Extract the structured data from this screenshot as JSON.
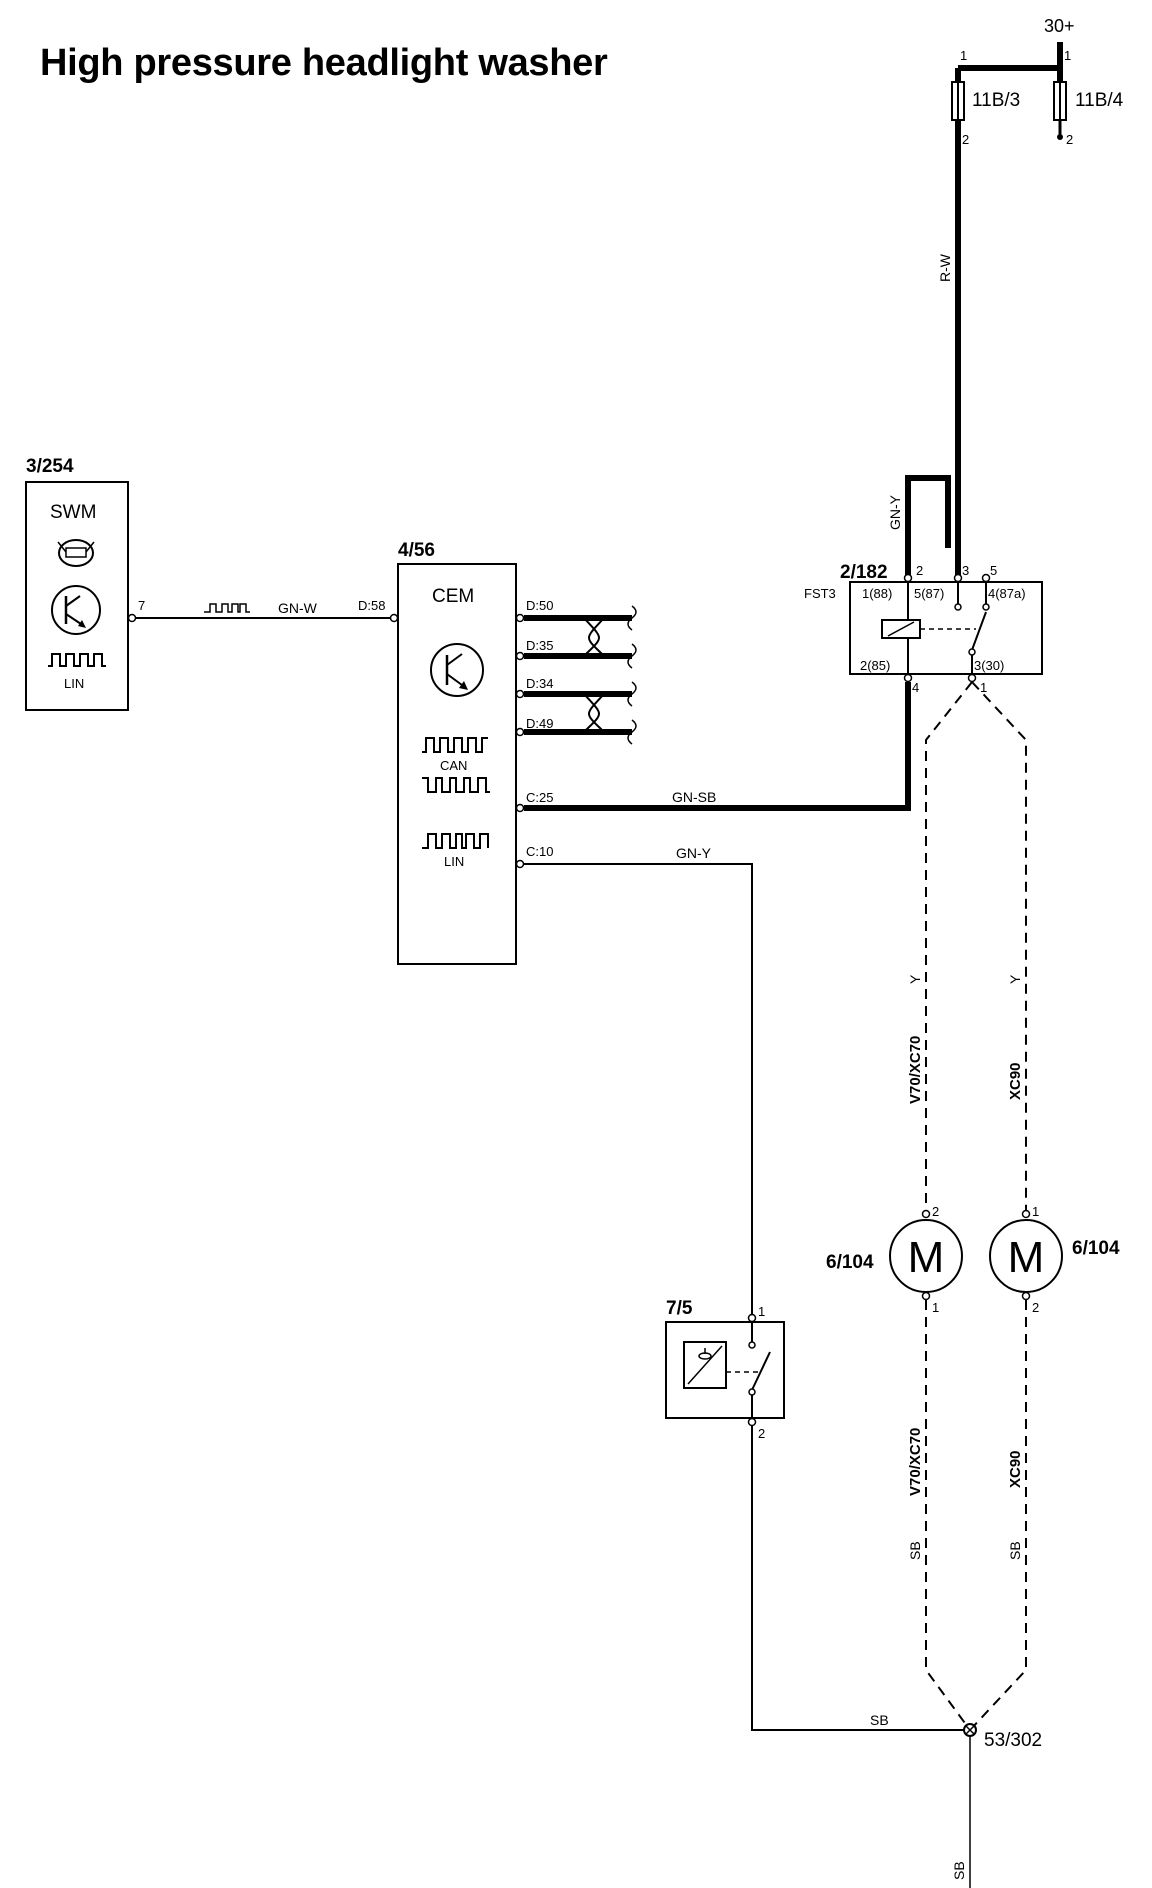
{
  "title": "High pressure headlight washer",
  "components": {
    "fuse_11b3": {
      "ref": "11B/3",
      "pin_top": "1",
      "pin_bottom": "2"
    },
    "fuse_11b4": {
      "ref": "11B/4",
      "pin_top": "1",
      "pin_bottom": "2"
    },
    "supply": {
      "label": "30+"
    },
    "swm": {
      "ref": "3/254",
      "name": "SWM",
      "pin": "7",
      "bus": "LIN"
    },
    "cem": {
      "ref": "4/56",
      "name": "CEM",
      "bus_can": "CAN",
      "bus_lin": "LIN",
      "pins": {
        "d50": "D:50",
        "d35": "D:35",
        "d34": "D:34",
        "d49": "D:49",
        "d58": "D:58",
        "c25": "C:25",
        "c10": "C:10"
      }
    },
    "relay": {
      "ref": "2/182",
      "name": "FST3",
      "pin_labels": {
        "p1_88": "1(88)",
        "p5_87": "5(87)",
        "p4_87a": "4(87a)",
        "p2_85": "2(85)",
        "p3_30": "3(30)"
      },
      "conn_pins": {
        "top2": "2",
        "top3": "3",
        "top5": "5",
        "bottom4": "4",
        "bottom1": "1"
      }
    },
    "motor_left": {
      "ref": "6/104",
      "symbol": "M",
      "pin_top": "2",
      "pin_bottom": "1"
    },
    "motor_right": {
      "ref": "6/104",
      "symbol": "M",
      "pin_top": "1",
      "pin_bottom": "2"
    },
    "switch_75": {
      "ref": "7/5",
      "pin_top": "1",
      "pin_bottom": "2"
    },
    "ground": {
      "ref": "53/302"
    }
  },
  "wires": {
    "rw": "R-W",
    "gny_top": "GN-Y",
    "gnw": "GN-W",
    "gnsb": "GN-SB",
    "gny": "GN-Y",
    "y_left": "Y",
    "y_right": "Y",
    "sb_left": "SB",
    "sb_right": "SB",
    "sb_gnd": "SB",
    "sb_bottom": "SB"
  },
  "variants": {
    "left_upper": "V70/XC70",
    "right_upper": "XC90",
    "left_lower": "V70/XC70",
    "right_lower": "XC90"
  }
}
